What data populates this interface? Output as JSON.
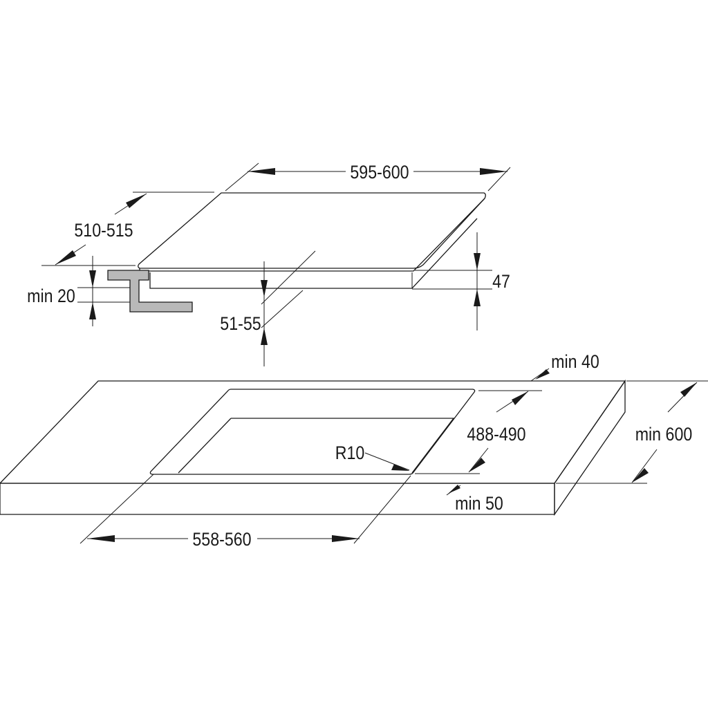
{
  "dimensions": {
    "hob_width": "595-600",
    "hob_depth": "510-515",
    "hob_height": "47",
    "clearance": "min 20",
    "insert_depth": "51-55",
    "edge_back": "min 40",
    "cutout_depth": "488-490",
    "worktop_depth": "min 600",
    "corner_radius": "R10",
    "edge_front": "min 50",
    "cutout_width": "558-560"
  },
  "colors": {
    "line": "#1a1a1a",
    "bracket_fill": "#b9b9b9",
    "background": "#ffffff"
  }
}
